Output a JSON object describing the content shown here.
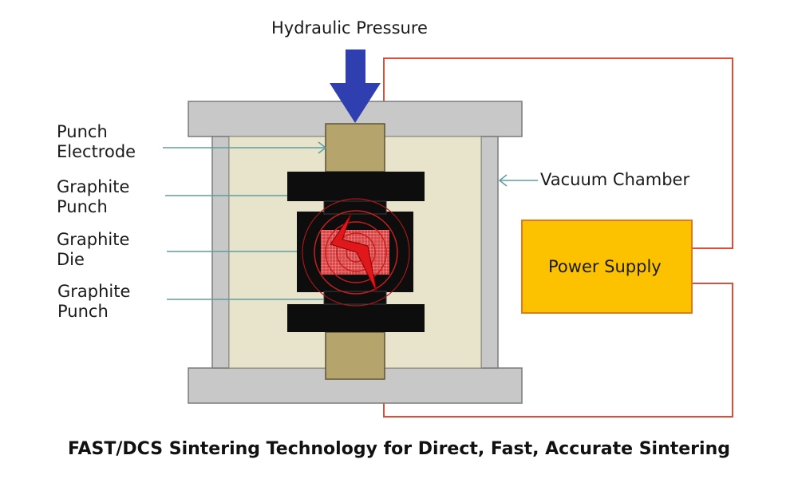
{
  "labels": {
    "hydraulic_pressure": "Hydraulic Pressure",
    "punch_electrode_1": "Punch",
    "punch_electrode_2": "Electrode",
    "graphite_punch_top_1": "Graphite",
    "graphite_punch_top_2": "Punch",
    "graphite_die_1": "Graphite",
    "graphite_die_2": "Die",
    "graphite_punch_bottom_1": "Graphite",
    "graphite_punch_bottom_2": "Punch",
    "vacuum_chamber": "Vacuum Chamber",
    "power_supply": "Power Supply"
  },
  "caption": "FAST/DCS Sintering Technology for Direct, Fast, Accurate Sintering",
  "colors": {
    "frame_gray": "#c8c8c8",
    "chamber_fill": "#e8e4cc",
    "electrode_tan": "#b5a46c",
    "graphite_black": "#0d0d0d",
    "arrow_blue": "#2f3fb0",
    "wire_red": "#d9503a",
    "power_supply_yellow": "#fcc200",
    "leader_teal": "#5e9ea0",
    "spark_red": "#e0181b"
  }
}
